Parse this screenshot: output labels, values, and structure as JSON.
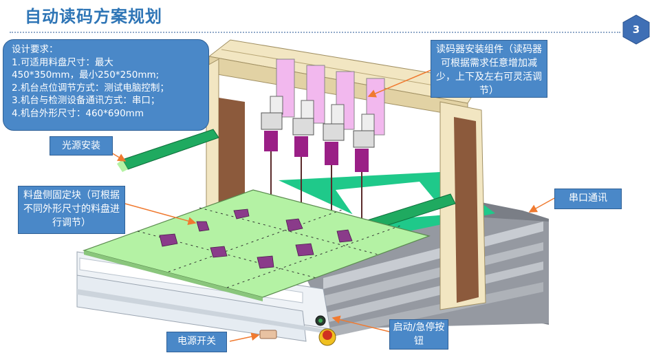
{
  "slide": {
    "title": "自动读码方案规划",
    "page_number": "3"
  },
  "requirements": {
    "heading": "设计要求：",
    "lines": [
      "1.可适用料盘尺寸：最大",
      "450*350mm，最小250*250mm;",
      "2.机台点位调节方式：测试电脑控制；",
      "3.机台与检测设备通讯方式：串口；",
      "4.机台外形尺寸：460*690mm"
    ]
  },
  "callouts": {
    "reader_mount": "读码器安装组件（读码器可根据需求任意增加减少，上下及左右可灵活调节）",
    "light_source": "光源安装",
    "tray_block": "料盘侧固定块（可根据不同外形尺寸的料盘进行调节）",
    "serial": "串口通讯",
    "start_stop": "启动/急停按钮",
    "power_switch": "电源开关"
  },
  "colors": {
    "accent": "#2e75b6",
    "callout_fill": "#4a88c8",
    "arrow": "#f07a30",
    "tray_green": "#b4f2a4",
    "frame_cream": "#f2e6c2",
    "post_brown": "#8c5a3c",
    "reader_pink": "#f2b8ee",
    "reader_body": "#9a1f86"
  }
}
